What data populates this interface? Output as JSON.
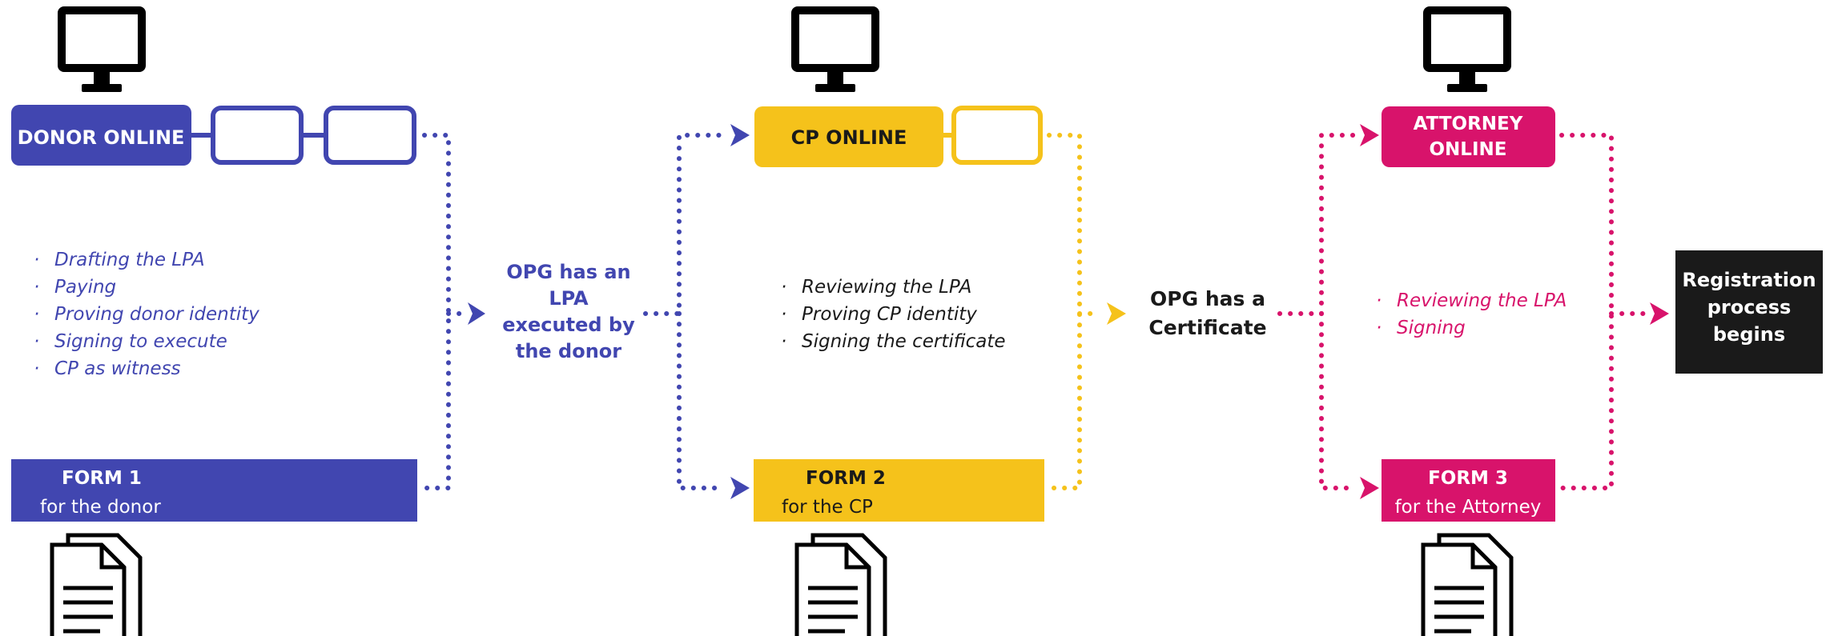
{
  "colors": {
    "donor": "#4146b0",
    "cp": "#f5c21b",
    "attorney": "#d8136b",
    "registration": "#1a1a1a",
    "ink": "#000000"
  },
  "stages": {
    "donor": {
      "online_label": "DONOR ONLINE",
      "form_title": "FORM 1",
      "form_subtitle": "for the donor",
      "steps": [
        "Drafting the LPA",
        "Paying",
        "Proving donor identity",
        "Signing to execute",
        "CP as witness"
      ]
    },
    "cp": {
      "online_label": "CP ONLINE",
      "form_title": "FORM 2",
      "form_subtitle": "for the CP",
      "steps": [
        "Reviewing the LPA",
        "Proving CP identity",
        "Signing the certificate"
      ]
    },
    "attorney": {
      "online_label_line1": "ATTORNEY",
      "online_label_line2": "ONLINE",
      "form_title": "FORM 3",
      "form_subtitle": "for the Attorney",
      "steps": [
        "Reviewing the LPA",
        "Signing"
      ]
    }
  },
  "outcomes": {
    "lpa_executed": [
      "OPG has an",
      "LPA",
      "executed by",
      "the donor"
    ],
    "certificate": [
      "OPG has a",
      "Certificate"
    ],
    "registration": [
      "Registration",
      "process",
      "begins"
    ]
  },
  "icons": [
    "monitor-icon",
    "document-icon",
    "arrow-right-icon"
  ]
}
